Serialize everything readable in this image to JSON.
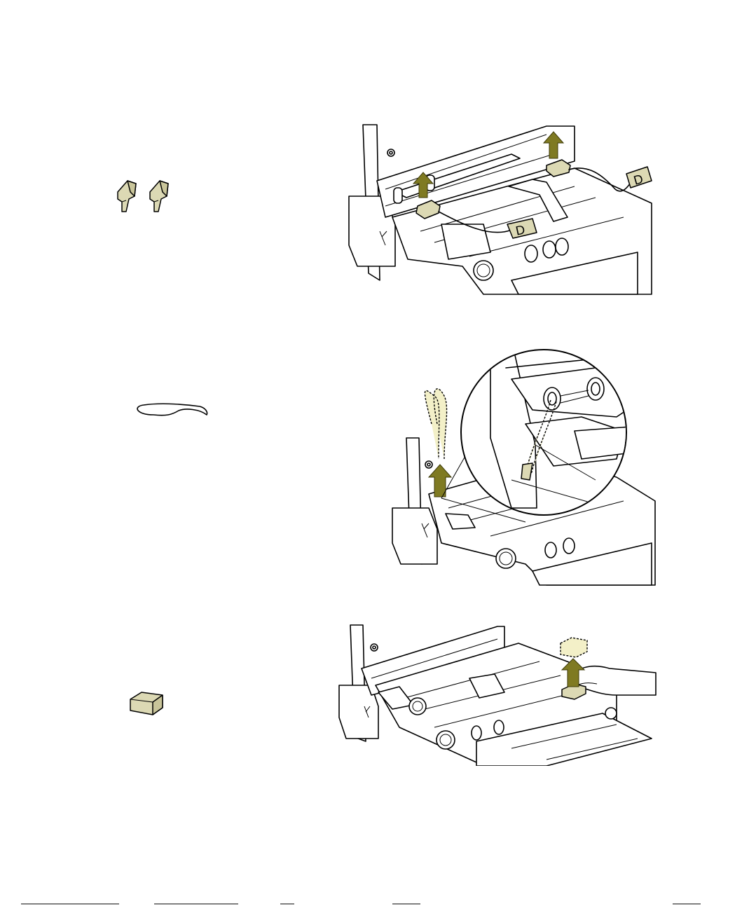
{
  "steps": [
    {
      "part": "shipping-locks",
      "tags": [
        "D",
        "D"
      ]
    },
    {
      "part": "cord-loop"
    },
    {
      "part": "foam-block"
    }
  ],
  "colors": {
    "part_fill": "#dcd9b4",
    "arrow_fill": "#7f7a22",
    "outline": "#000000"
  }
}
